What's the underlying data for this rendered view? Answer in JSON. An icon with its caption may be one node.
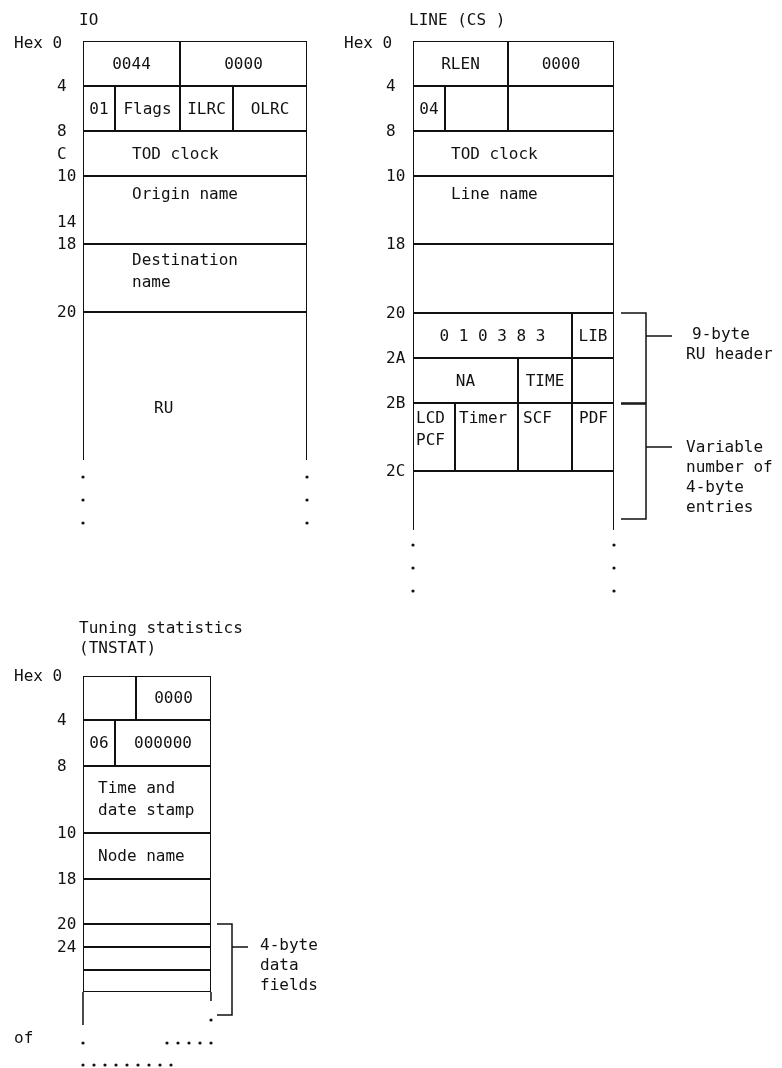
{
  "diagram": {
    "nodes": [
      {
        "text": [
          "IO"
        ]
      },
      {
        "text": [
          "0044"
        ],
        "in": 0
      },
      {
        "text": [
          "0000"
        ],
        "in": 0
      },
      {
        "text": [
          "01"
        ],
        "in": 0
      },
      {
        "text": [
          "Flags"
        ],
        "in": 0
      },
      {
        "text": [
          "ILRC"
        ],
        "in": 0
      },
      {
        "text": [
          "OLRC"
        ],
        "in": 0
      },
      {
        "text": [
          "TOD clock"
        ],
        "in": 0
      },
      {
        "text": [
          "Origin name"
        ],
        "in": 0
      },
      {
        "text": [
          "Destination name"
        ],
        "in": 0
      },
      {
        "text": [
          "RU"
        ],
        "in": 0
      },
      {
        "text": [
          "LINE (CS )"
        ]
      },
      {
        "text": [
          "RLEN"
        ],
        "in": 11
      },
      {
        "text": [
          "0000"
        ],
        "in": 11
      },
      {
        "text": [
          "04"
        ],
        "in": 11
      },
      {
        "text": [],
        "shape": "box",
        "in": 11
      },
      {
        "text": [],
        "shape": "box",
        "in": 11
      },
      {
        "text": [
          "TOD clock"
        ],
        "in": 11
      },
      {
        "text": [
          "Line name"
        ],
        "in": 11
      },
      {
        "text": [],
        "shape": "box",
        "in": 11
      },
      {
        "text": [
          "0 1 0 3 8 3"
        ],
        "in": 11
      },
      {
        "text": [
          "LIB"
        ],
        "in": 11
      },
      {
        "text": [
          "NA"
        ],
        "in": 11
      },
      {
        "text": [
          "TIME"
        ],
        "in": 11
      },
      {
        "text": [],
        "shape": "box",
        "in": 11
      },
      {
        "text": [
          "LCD PCF"
        ],
        "in": 11
      },
      {
        "text": [
          "Timer"
        ],
        "in": 11
      },
      {
        "text": [
          "SCF"
        ],
        "in": 11
      },
      {
        "text": [
          "PDF"
        ],
        "in": 11
      },
      {
        "text": [],
        "shape": "box",
        "in": 11
      },
      {
        "text": [
          "Tuning statistics (TNSTAT)"
        ]
      },
      {
        "text": [],
        "shape": "box",
        "in": 30
      },
      {
        "text": [
          "0000"
        ],
        "in": 30
      },
      {
        "text": [
          "06"
        ],
        "in": 30
      },
      {
        "text": [
          "000000"
        ],
        "in": 30
      },
      {
        "text": [
          "Time and date stamp"
        ],
        "in": 30
      },
      {
        "text": [
          "Node name"
        ],
        "in": 30
      },
      {
        "text": [],
        "shape": "box",
        "in": 30
      },
      {
        "text": [],
        "shape": "box",
        "in": 30
      },
      {
        "text": [],
        "shape": "box",
        "in": 30
      },
      {
        "text": [],
        "shape": "box",
        "in": 30
      }
    ],
    "labels": [
      "Hex 0",
      "4",
      "8",
      "C",
      "10",
      "14",
      "18",
      "20",
      "Hex 0",
      "4",
      "8",
      "10",
      "18",
      "20",
      "2A",
      "2B",
      "2C",
      "9-byte RU header",
      "Variable number of 4-byte entries",
      "Hex 0",
      "4",
      "8",
      "10",
      "18",
      "20",
      "24",
      "4-byte data fields",
      "of"
    ]
  }
}
